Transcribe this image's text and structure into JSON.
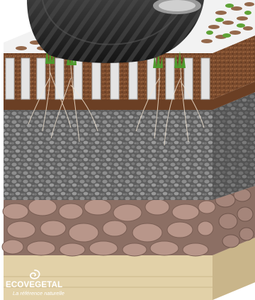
{
  "brand": {
    "name": "ECOVEGETAL",
    "tagline": "La référence naturelle",
    "logo_icon": "leaf-swirl-icon"
  },
  "diagram": {
    "subject": "permeable-grass-paver-cross-section",
    "layers": [
      {
        "id": "tire",
        "color": "#2b2b2b"
      },
      {
        "id": "grass-paver-grid",
        "color": "#d8d8d8"
      },
      {
        "id": "substrate-soil",
        "color": "#8a5a3a"
      },
      {
        "id": "gravel-base",
        "color": "#6f6f6f"
      },
      {
        "id": "stone-sub-base",
        "color": "#9b7c6f"
      },
      {
        "id": "ground",
        "color": "#d9c79e"
      }
    ]
  }
}
